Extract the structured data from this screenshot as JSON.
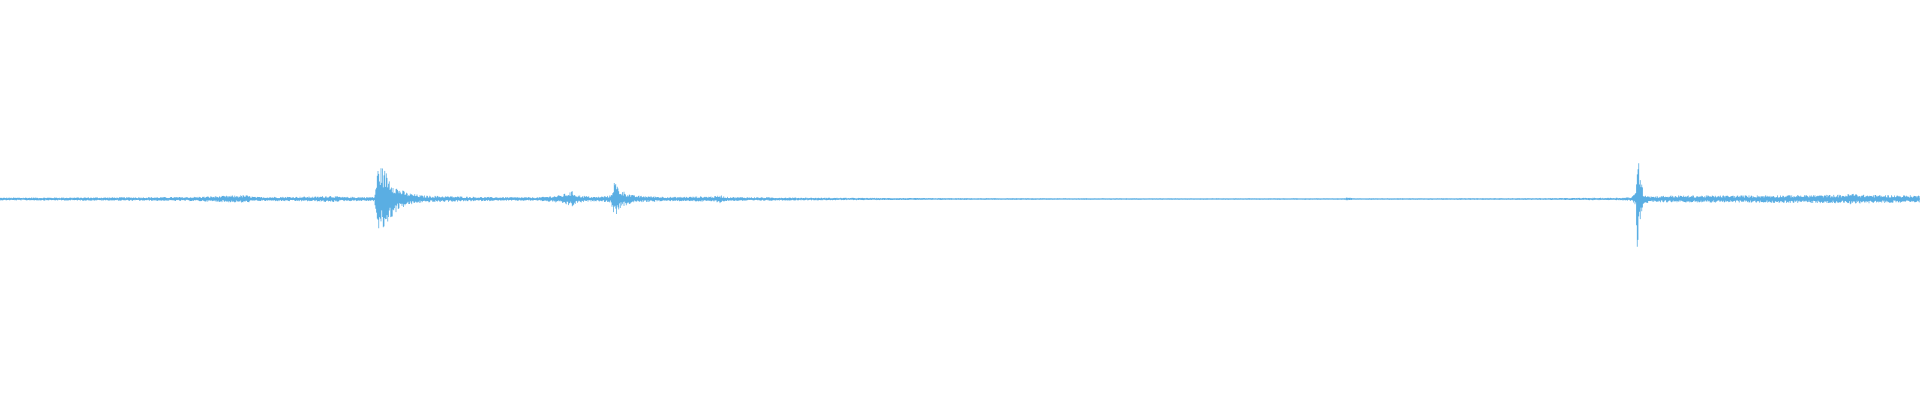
{
  "waveform": {
    "color": "#5aaee3",
    "peak_envelope": [
      [
        0.0,
        0.02
      ],
      [
        0.06,
        0.025
      ],
      [
        0.1,
        0.03
      ],
      [
        0.128,
        0.055
      ],
      [
        0.133,
        0.03
      ],
      [
        0.165,
        0.035
      ],
      [
        0.172,
        0.05
      ],
      [
        0.178,
        0.03
      ],
      [
        0.195,
        0.03
      ],
      [
        0.197,
        0.48
      ],
      [
        0.2,
        0.43
      ],
      [
        0.203,
        0.3
      ],
      [
        0.207,
        0.16
      ],
      [
        0.212,
        0.09
      ],
      [
        0.22,
        0.05
      ],
      [
        0.25,
        0.03
      ],
      [
        0.28,
        0.025
      ],
      [
        0.292,
        0.055
      ],
      [
        0.298,
        0.11
      ],
      [
        0.301,
        0.055
      ],
      [
        0.31,
        0.03
      ],
      [
        0.318,
        0.05
      ],
      [
        0.32,
        0.26
      ],
      [
        0.323,
        0.13
      ],
      [
        0.33,
        0.05
      ],
      [
        0.35,
        0.03
      ],
      [
        0.373,
        0.04
      ],
      [
        0.375,
        0.06
      ],
      [
        0.378,
        0.03
      ],
      [
        0.42,
        0.02
      ],
      [
        0.46,
        0.015
      ],
      [
        0.5,
        0.012
      ],
      [
        0.6,
        0.01
      ],
      [
        0.7,
        0.01
      ],
      [
        0.702,
        0.025
      ],
      [
        0.705,
        0.01
      ],
      [
        0.8,
        0.012
      ],
      [
        0.845,
        0.02
      ],
      [
        0.85,
        0.03
      ],
      [
        0.852,
        0.1
      ],
      [
        0.853,
        0.95
      ],
      [
        0.854,
        0.4
      ],
      [
        0.856,
        0.08
      ],
      [
        0.86,
        0.04
      ],
      [
        0.87,
        0.05
      ],
      [
        0.9,
        0.05
      ],
      [
        0.93,
        0.055
      ],
      [
        0.96,
        0.06
      ],
      [
        0.965,
        0.08
      ],
      [
        0.97,
        0.06
      ],
      [
        1.0,
        0.05
      ]
    ]
  }
}
